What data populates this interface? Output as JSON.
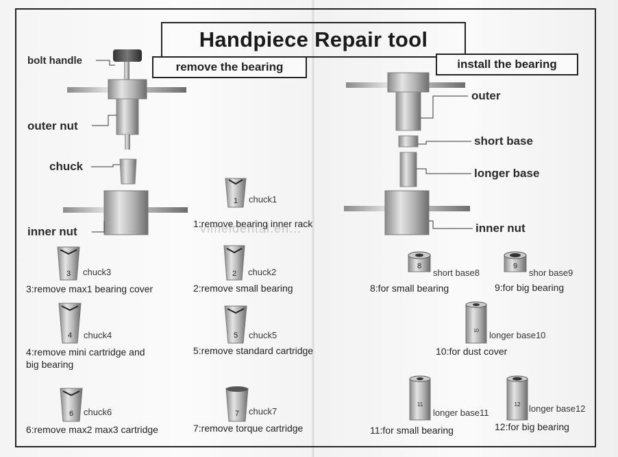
{
  "title": "Handpiece Repair tool",
  "sections": {
    "remove": "remove the bearing",
    "install": "install the bearing"
  },
  "left_parts": {
    "bolt_handle": "bolt handle",
    "outer_nut": "outer nut",
    "chuck": "chuck",
    "inner_nut": "inner nut"
  },
  "right_parts": {
    "outer": "outer",
    "short_base": "short base",
    "longer_base": "longer base",
    "inner_nut": "inner nut"
  },
  "watermark": "vimeldental.en...",
  "chucks": [
    {
      "number": "1",
      "label": "chuck1",
      "caption": "1:remove bearing inner rack"
    },
    {
      "number": "2",
      "label": "chuck2",
      "caption": "2:remove small bearing"
    },
    {
      "number": "3",
      "label": "chuck3",
      "caption": "3:remove max1 bearing cover"
    },
    {
      "number": "4",
      "label": "chuck4",
      "caption": "4:remove mini cartridge and big bearing"
    },
    {
      "number": "5",
      "label": "chuck5",
      "caption": "5:remove standard cartridge"
    },
    {
      "number": "6",
      "label": "chuck6",
      "caption": "6:remove max2 max3 cartridge"
    },
    {
      "number": "7",
      "label": "chuck7",
      "caption": "7:remove torque cartridge"
    }
  ],
  "bases": [
    {
      "number": "8",
      "label": "short base8",
      "caption": "8:for small bearing"
    },
    {
      "number": "9",
      "label": "shor base9",
      "caption": "9:for big bearing"
    },
    {
      "number": "10",
      "label": "longer base10",
      "caption": "10:for dust cover"
    },
    {
      "number": "11",
      "label": "longer base11",
      "caption": "11:for small bearing"
    },
    {
      "number": "12",
      "label": "longer base12",
      "caption": "12:for big bearing"
    }
  ],
  "colors": {
    "ink": "#222222",
    "steel": "#b9b9b9",
    "paper": "#f6f6f6"
  }
}
